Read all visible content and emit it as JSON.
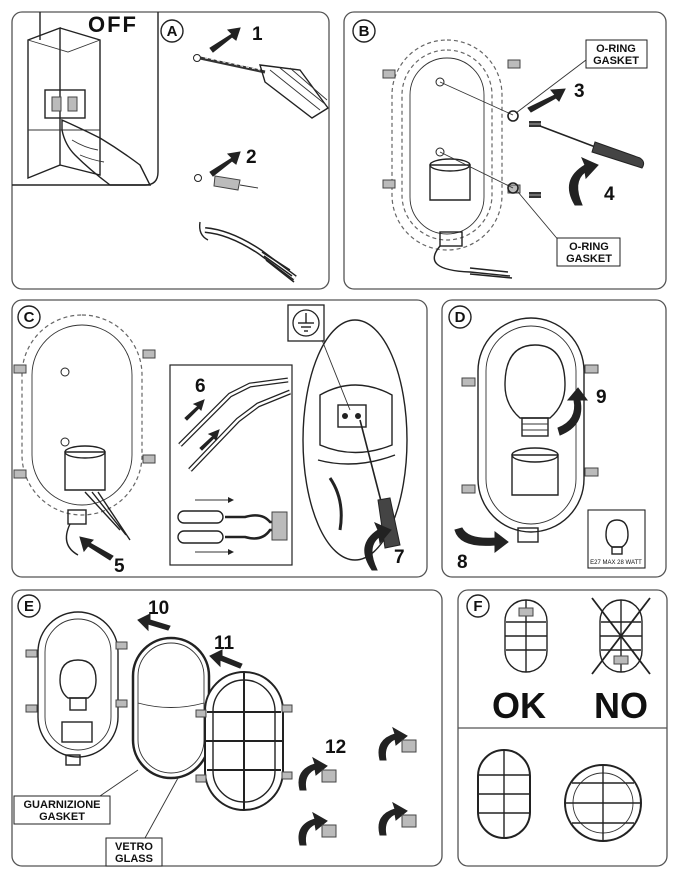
{
  "panels": {
    "a": {
      "letter": "A",
      "switch_label": "OFF"
    },
    "b": {
      "letter": "B",
      "gasket_top": [
        "O-RING",
        "GASKET"
      ],
      "gasket_bottom": [
        "O-RING",
        "GASKET"
      ]
    },
    "c": {
      "letter": "C"
    },
    "d": {
      "letter": "D",
      "bulb_spec": "E27  MAX 28 WATT"
    },
    "e": {
      "letter": "E",
      "gasket_label": [
        "GUARNIZIONE",
        "GASKET"
      ],
      "glass_label": [
        "VETRO",
        "GLASS"
      ]
    },
    "f": {
      "letter": "F",
      "ok_label": "OK",
      "no_label": "NO"
    }
  },
  "steps": [
    "1",
    "2",
    "3",
    "4",
    "5",
    "6",
    "7",
    "8",
    "9",
    "10",
    "11",
    "12"
  ],
  "colors": {
    "line": "#222222",
    "panel_border": "#555555",
    "arrow": "#111111"
  }
}
